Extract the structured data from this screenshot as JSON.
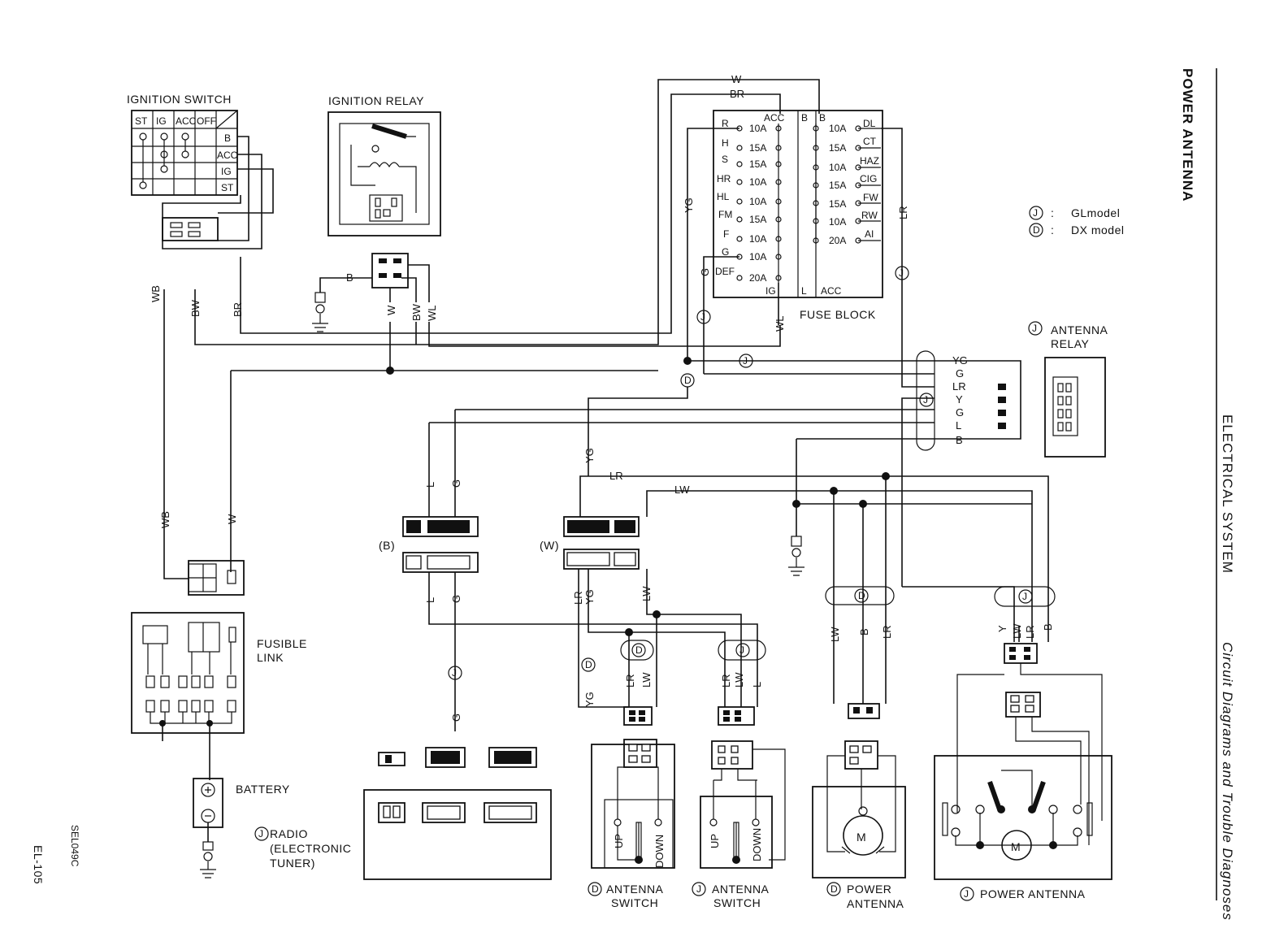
{
  "page": {
    "section_title": "POWER ANTENNA",
    "side_heading": "ELECTRICAL SYSTEM",
    "side_subheading": "Circuit Diagrams and Trouble Diagnoses",
    "page_number": "EL-105",
    "figure_code": "SEL049C"
  },
  "legend": [
    {
      "mark": "J",
      "sep": ":",
      "text": "GLmodel"
    },
    {
      "mark": "D",
      "sep": ":",
      "text": "DX model"
    }
  ],
  "components": {
    "ignition_switch": "IGNITION SWITCH",
    "ignition_relay": "IGNITION RELAY",
    "fuse_block": "FUSE BLOCK",
    "antenna_relay_line1": "ANTENNA",
    "antenna_relay_line2": "RELAY",
    "fusible_link_line1": "FUSIBLE",
    "fusible_link_line2": "LINK",
    "battery": "BATTERY",
    "radio_line1": "RADIO",
    "radio_line2": "(ELECTRONIC",
    "radio_line3": "TUNER)",
    "antenna_switch_d_line1": "ANTENNA",
    "antenna_switch_d_line2": "SWITCH",
    "antenna_switch_j_line1": "ANTENNA",
    "antenna_switch_j_line2": "SWITCH",
    "power_antenna_d_line1": "POWER",
    "power_antenna_d_line2": "ANTENNA",
    "power_antenna_j": "POWER ANTENNA",
    "connector_b": "(B)",
    "connector_w": "(W)",
    "motor": "M"
  },
  "ignition_switch_table": {
    "headers": [
      "ST",
      "IG",
      "ACC",
      "OFF"
    ],
    "rows": [
      "B",
      "ACC",
      "IG",
      "ST"
    ]
  },
  "fuse_block": {
    "top_labels": [
      "ACC",
      "B",
      "B"
    ],
    "bottom_labels": [
      "IG",
      "L",
      "ACC"
    ],
    "left": [
      {
        "circuit": "R",
        "amp": "10A"
      },
      {
        "circuit": "H",
        "amp": "15A"
      },
      {
        "circuit": "S",
        "amp": "15A"
      },
      {
        "circuit": "HR",
        "amp": "10A"
      },
      {
        "circuit": "HL",
        "amp": "10A"
      },
      {
        "circuit": "FM",
        "amp": "15A"
      },
      {
        "circuit": "F",
        "amp": "10A"
      },
      {
        "circuit": "G",
        "amp": "10A"
      },
      {
        "circuit": "DEF",
        "amp": "20A"
      }
    ],
    "right": [
      {
        "circuit": "DL",
        "amp": "10A"
      },
      {
        "circuit": "CT",
        "amp": "15A"
      },
      {
        "circuit": "HAZ",
        "amp": "10A"
      },
      {
        "circuit": "CIG",
        "amp": "15A"
      },
      {
        "circuit": "FW",
        "amp": "15A"
      },
      {
        "circuit": "RW",
        "amp": "10A"
      },
      {
        "circuit": "AI",
        "amp": "20A"
      }
    ]
  },
  "wire_labels": {
    "w_top": "W",
    "br_top": "BR",
    "yg_fuse": "YG",
    "g_fuse": "G",
    "lr_right": "LR",
    "wl_fuse": "WL",
    "wb": "WB",
    "bw": "BW",
    "br": "BR",
    "w_relay": "W",
    "bw_relay": "BW",
    "wl_relay": "WL",
    "b_relay": "B",
    "wb_low": "WB",
    "w_low": "W",
    "relay_yg": "YG",
    "relay_g1": "G",
    "relay_lr": "LR",
    "relay_y": "Y",
    "relay_g2": "G",
    "relay_l": "L",
    "relay_b": "B",
    "l_b": "L",
    "g_b": "G",
    "l_b2": "L",
    "g_b2": "G",
    "g_radio": "G",
    "yg_w": "YG",
    "lr_w": "LR",
    "lw_w": "LW",
    "lr_w2": "LR",
    "yg_w2": "YG",
    "lw_w2": "LW",
    "yg_d": "YG",
    "lr_d": "LR",
    "lw_d": "LW",
    "lr_j": "LR",
    "lw_j": "LW",
    "l_j": "L",
    "lw_pd": "LW",
    "b_pd": "B",
    "lr_pd": "LR",
    "y_pj": "Y",
    "lw_pj": "LW",
    "lr_pj": "LR",
    "b_pj": "B",
    "up_d": "UP",
    "down_d": "DOWN",
    "up_j": "UP",
    "down_j": "DOWN"
  }
}
